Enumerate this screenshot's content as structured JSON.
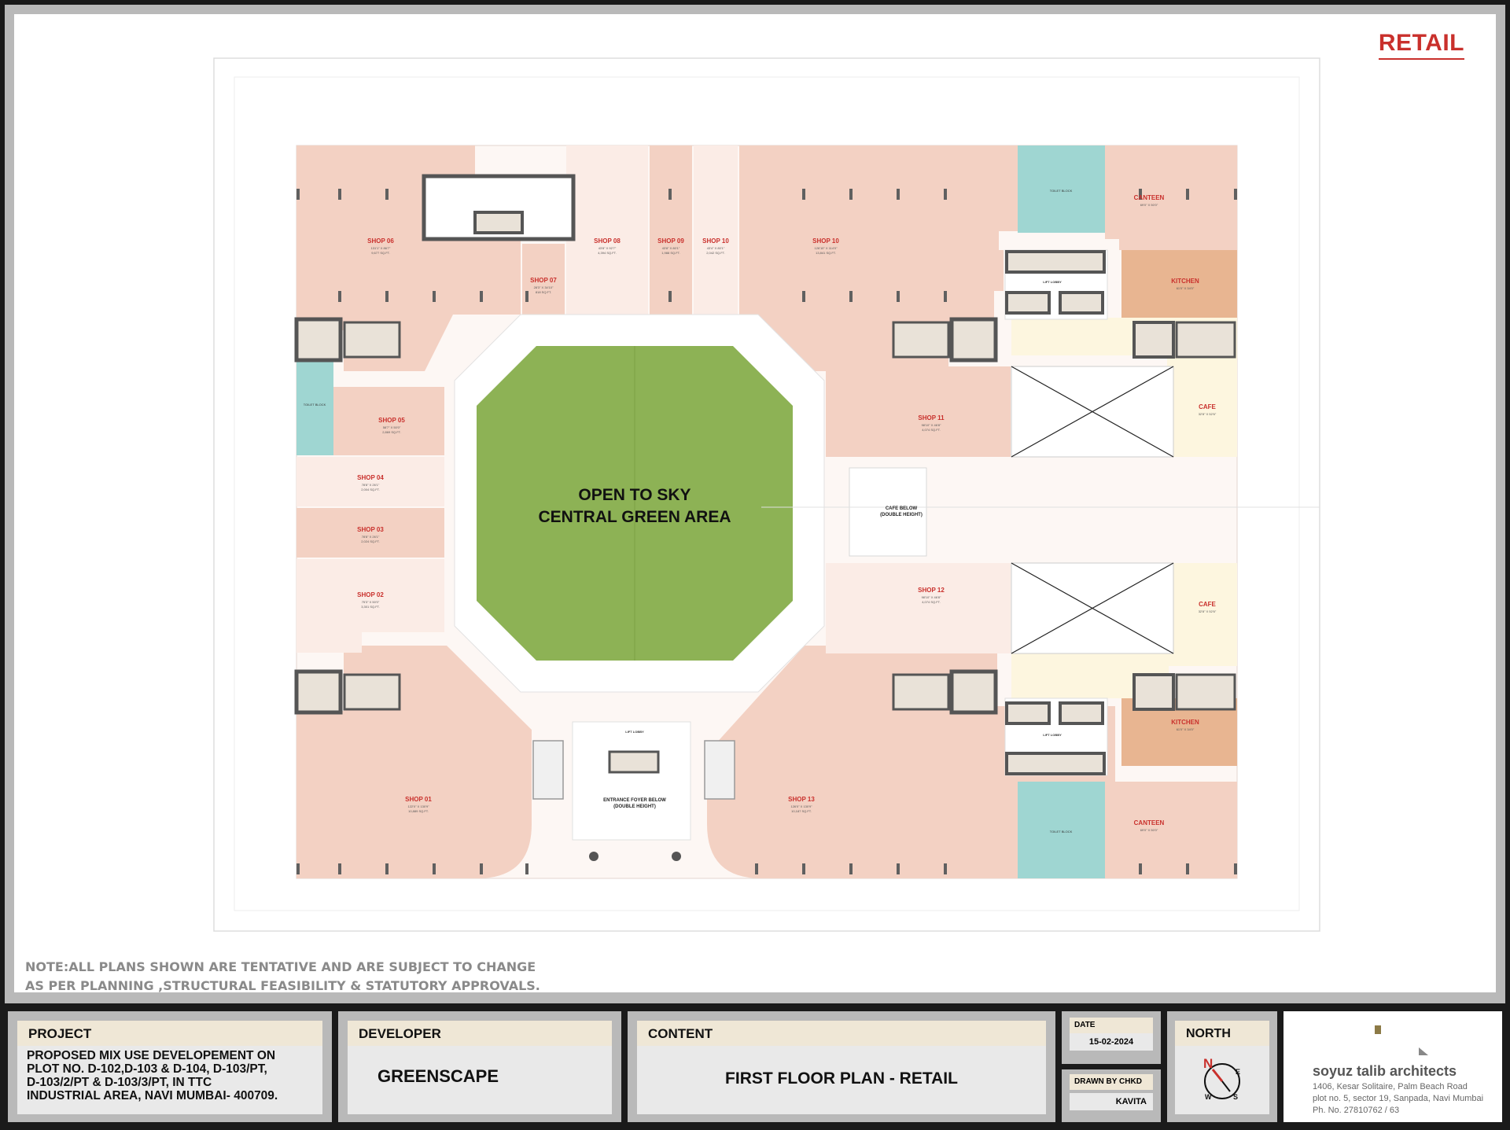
{
  "sheet": {
    "header_label": "RETAIL",
    "note_line1": "NOTE:ALL PLANS SHOWN ARE TENTATIVE  AND ARE SUBJECT TO CHANGE",
    "note_line2": "AS PER PLANNING ,STRUCTURAL FEASIBILITY & STATUTORY APPROVALS."
  },
  "plan": {
    "central_label_1": "OPEN TO SKY",
    "central_label_2": "CENTRAL GREEN AREA",
    "cafe_below_1": "CAFE BELOW",
    "cafe_below_2": "(DOUBLE HEIGHT)",
    "entrance_1": "ENTRANCE FOYER BELOW",
    "entrance_2": "(DOUBLE HEIGHT)",
    "lift_lobby": "LIFT LOBBY",
    "toilet_block": "TOILET BLOCK",
    "rooms": {
      "shop01": {
        "name": "SHOP 01",
        "dim": "122'0\" X 130'9\"",
        "area": "10,889 SQ.FT."
      },
      "shop02": {
        "name": "SHOP 02",
        "dim": "75'3\" X 50'0\"",
        "area": "3,301 SQ.FT."
      },
      "shop03": {
        "name": "SHOP 03",
        "dim": "78'8\" X 26'1\"",
        "area": "2,024 SQ.FT."
      },
      "shop04": {
        "name": "SHOP 04",
        "dim": "78'8\" X 26'1\"",
        "area": "2,004 SQ.FT."
      },
      "shop05": {
        "name": "SHOP 05",
        "dim": "58'7\" X 50'0\"",
        "area": "2,869 SQ.FT."
      },
      "shop06": {
        "name": "SHOP 06",
        "dim": "131'1\" X 86'7\"",
        "area": "9,677 SQ.FT."
      },
      "shop07": {
        "name": "SHOP 07",
        "dim": "28'3\" X 34'10\"",
        "area": "818 SQ.FT."
      },
      "shop08": {
        "name": "SHOP 08",
        "dim": "43'8\" X 92'7\"",
        "area": "4,394 SQ.FT."
      },
      "shop09": {
        "name": "SHOP 09",
        "dim": "43'8\" X 80'1\"",
        "area": "1,988 SQ.FT."
      },
      "shop10a": {
        "name": "SHOP 10",
        "dim": "43'4\" X 80'1\"",
        "area": "2,042 SQ.FT."
      },
      "shop10b": {
        "name": "SHOP 10",
        "dim": "126'10\" X 114'0\"",
        "area": "13,841 SQ.FT."
      },
      "shop11": {
        "name": "SHOP 11",
        "dim": "98'10\" X 46'8\"",
        "area": "4,074 SQ.FT."
      },
      "shop12": {
        "name": "SHOP 12",
        "dim": "98'10\" X 46'8\"",
        "area": "4,074 SQ.FT."
      },
      "shop13": {
        "name": "SHOP 13",
        "dim": "126'0\" X 130'9\"",
        "area": "10,187 SQ.FT."
      },
      "canteen_top": {
        "name": "CANTEEN",
        "dim": "69'0\" X 50'0\""
      },
      "canteen_bottom": {
        "name": "CANTEEN",
        "dim": "69'0\" X 50'0\""
      },
      "kitchen_top": {
        "name": "KITCHEN",
        "dim": "61'0\" X 34'0\""
      },
      "kitchen_bottom": {
        "name": "KITCHEN",
        "dim": "61'0\" X 34'0\""
      },
      "cafe_top": {
        "name": "CAFE",
        "dim": "32'8\" X 52'6\""
      },
      "cafe_bottom": {
        "name": "CAFE",
        "dim": "32'8\" X 52'6\""
      }
    },
    "colors": {
      "shop_main": "#f3d1c3",
      "shop_light": "#fbece6",
      "green": "#8db255",
      "toilet": "#9fd6d2",
      "kitchen": "#e8b591",
      "cafe": "#fdf6df",
      "wall": "#555555",
      "label_red": "#c9302c"
    }
  },
  "titleblock": {
    "project_head": "PROJECT",
    "project_line1": "PROPOSED MIX USE DEVELOPEMENT ON",
    "project_line2": "PLOT NO. D-102,D-103 & D-104, D-103/PT,",
    "project_line3": "D-103/2/PT & D-103/3/PT, IN TTC",
    "project_line4": "INDUSTRIAL AREA, NAVI MUMBAI- 400709.",
    "developer_head": "DEVELOPER",
    "developer_name": "GREENSCAPE",
    "content_head": "CONTENT",
    "content_value": "FIRST FLOOR PLAN - RETAIL",
    "date_head": "DATE",
    "date_value": "15-02-2024",
    "drawn_head": "DRAWN BY   CHKD BY",
    "drawn_value": "KAVITA",
    "north_head": "NORTH",
    "compass_n": "N",
    "compass_e": "E",
    "compass_w": "W",
    "compass_s": "S",
    "architect_name": "soyuz  talib  architects",
    "address1": "1406, Kesar Solitaire, Palm Beach Road",
    "address2": "plot no. 5, sector 19, Sanpada, Navi Mumbai",
    "phone": "Ph. No. 27810762 / 63"
  }
}
